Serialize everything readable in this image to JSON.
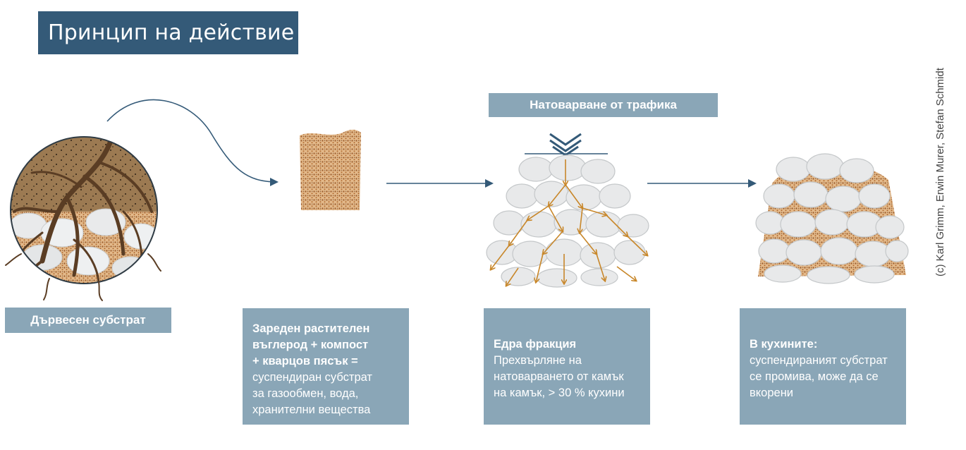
{
  "title": "Принцип на действие",
  "copyright": "(c) Karl Grimm, Erwin Murer, Stefan Schmidt",
  "labels": {
    "tree_substrate": "Дървесен субстрат",
    "traffic_load": "Натоварване от трафика"
  },
  "cards": [
    {
      "bold_lines": [
        "Зареден растителен",
        "въглерод + компост",
        "+ кварцов пясък  ="
      ],
      "lines": [
        "суспендиран субстрат",
        "за газообмен, вода,",
        "хранителни вещества"
      ]
    },
    {
      "bold_lines": [
        "Едра фракция"
      ],
      "lines": [
        "Прехвърляне на",
        "натоварването от камък",
        "на камък, > 30 % кухини"
      ]
    },
    {
      "bold_lines": [
        "В кухините:"
      ],
      "lines": [
        "суспендираният субстрат",
        "се промива, може да се",
        "вкорени"
      ]
    }
  ],
  "colors": {
    "title_bg": "#345a78",
    "box_bg": "#8aa6b7",
    "arrow": "#345a78",
    "load_arrow": "#c8872a",
    "soil": "#8a6a45",
    "root": "#5a3d24",
    "stone": "#e8e9ea"
  }
}
